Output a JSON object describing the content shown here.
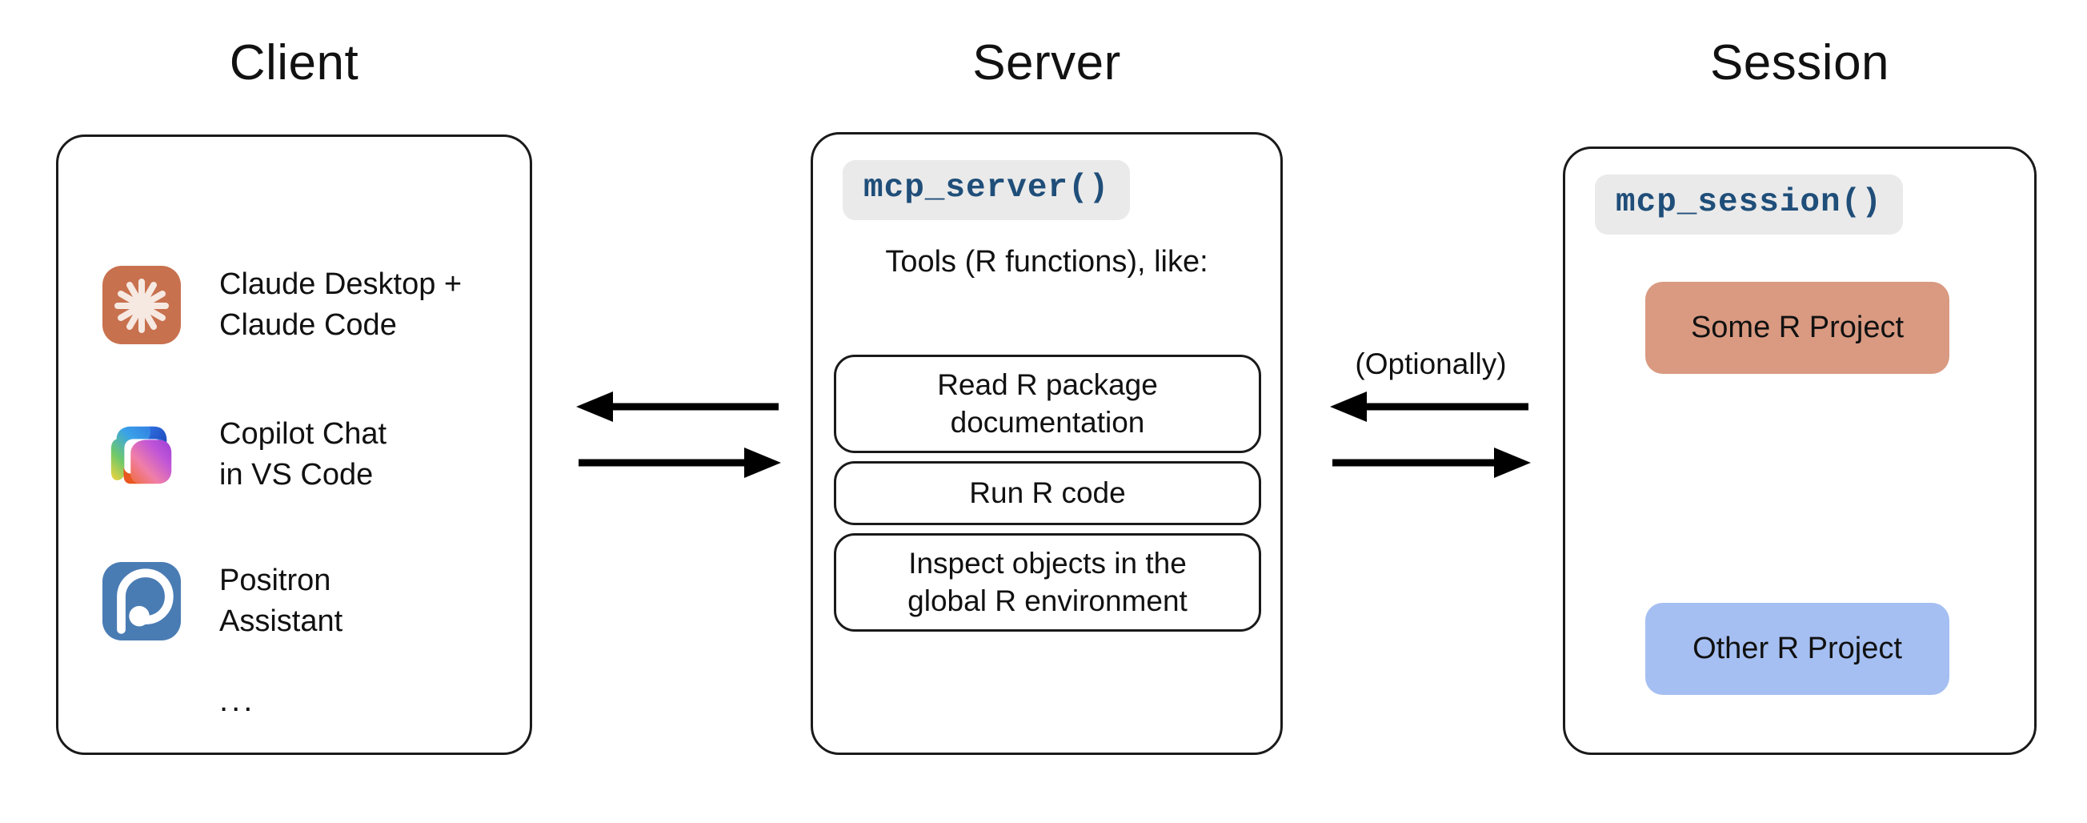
{
  "columns": {
    "client": {
      "title": "Client"
    },
    "server": {
      "title": "Server"
    },
    "session": {
      "title": "Session"
    }
  },
  "client": {
    "items": [
      {
        "icon": "claude-icon",
        "label": "Claude Desktop +\nClaude Code"
      },
      {
        "icon": "copilot-icon",
        "label": "Copilot Chat\nin VS Code"
      },
      {
        "icon": "positron-icon",
        "label": "Positron\nAssistant"
      }
    ],
    "ellipsis": "..."
  },
  "server": {
    "code_badge": "mcp_server()",
    "tools_caption": "Tools (R functions), like:",
    "tools": [
      {
        "label": "Read R package\ndocumentation"
      },
      {
        "label": "Run R code"
      },
      {
        "label": "Inspect objects in the\nglobal R environment"
      }
    ]
  },
  "session": {
    "code_badge": "mcp_session()",
    "projects": [
      {
        "label": "Some R Project",
        "color": "#d99a81"
      },
      {
        "label": "Other R Project",
        "color": "#a5bff2"
      }
    ]
  },
  "connectors": {
    "client_server": {
      "top_arrow_direction": "left",
      "bottom_arrow_direction": "right"
    },
    "server_session": {
      "note": "(Optionally)",
      "top_arrow_direction": "left",
      "bottom_arrow_direction": "right"
    }
  },
  "colors": {
    "stroke": "#1a1a1a",
    "code_text": "#1f4e79",
    "code_badge_bg": "#eaeaea",
    "claude_icon_bg": "#c8714e",
    "claude_icon_fg": "#f6e9e2",
    "positron_icon_bg": "#4a7cb4",
    "positron_icon_fg": "#ffffff",
    "some_r_project": "#d99a81",
    "other_r_project": "#a5bff2"
  }
}
